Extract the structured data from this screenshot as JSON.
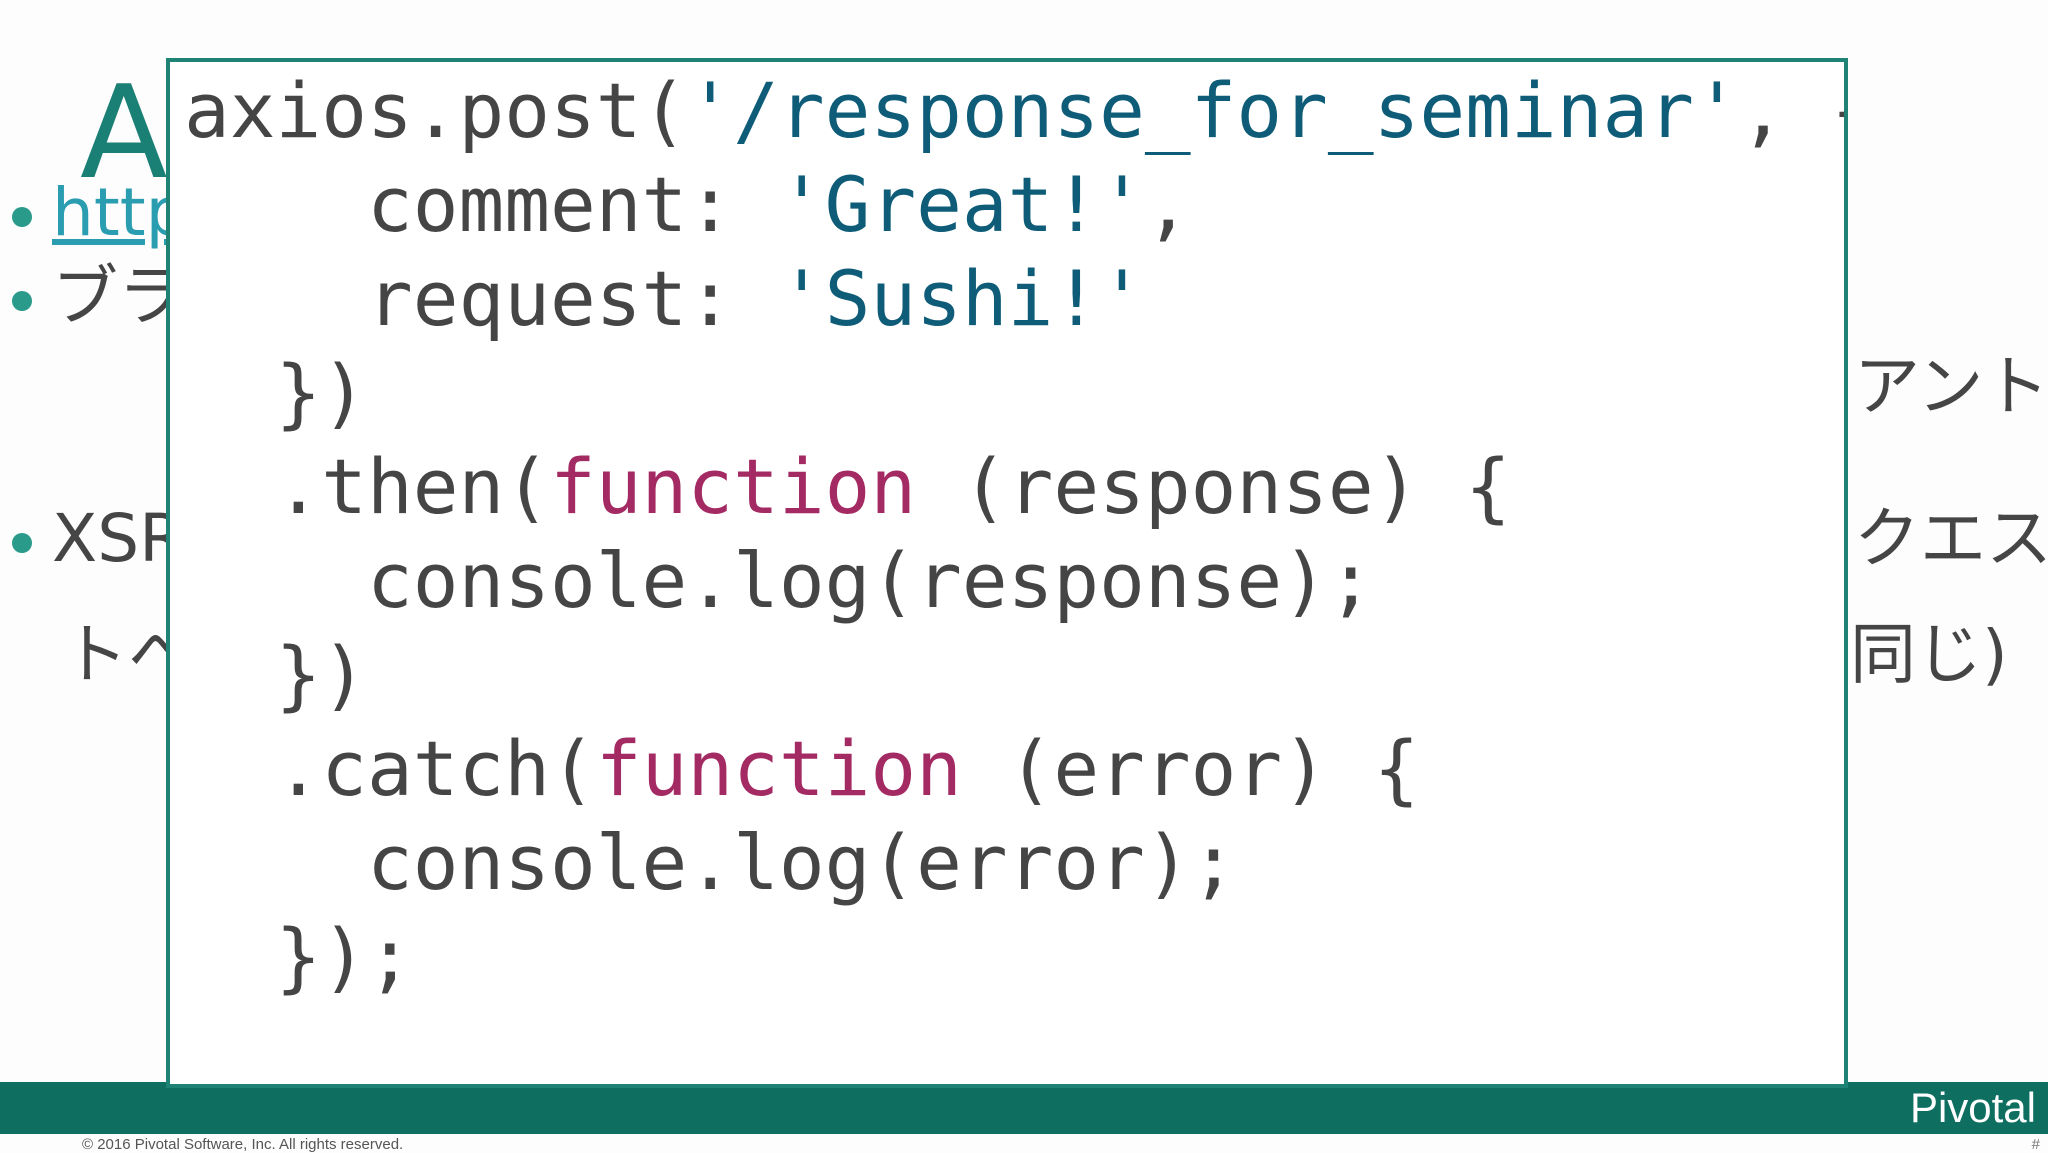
{
  "slide": {
    "title_visible_fragment": "A",
    "bullets": [
      {
        "left_fragment": "http",
        "is_link": true
      },
      {
        "left_fragment": "ブラ",
        "right_fragment": "アント"
      },
      {
        "left_fragment": "XSR",
        "right_fragment": "クエス"
      },
      {
        "left_fragment": "トへ",
        "right_fragment": "同じ)"
      }
    ]
  },
  "code": {
    "lines": [
      {
        "parts": [
          {
            "t": "axios.post(",
            "c": "plain"
          },
          {
            "t": "'/response_for_seminar'",
            "c": "str"
          },
          {
            "t": ", {",
            "c": "plain"
          }
        ]
      },
      {
        "parts": [
          {
            "t": "    comment: ",
            "c": "plain"
          },
          {
            "t": "'Great!'",
            "c": "str"
          },
          {
            "t": ",",
            "c": "plain"
          }
        ]
      },
      {
        "parts": [
          {
            "t": "    request: ",
            "c": "plain"
          },
          {
            "t": "'Sushi!'",
            "c": "str"
          }
        ]
      },
      {
        "parts": [
          {
            "t": "  })",
            "c": "plain"
          }
        ]
      },
      {
        "parts": [
          {
            "t": "  .then(",
            "c": "plain"
          },
          {
            "t": "function",
            "c": "kw"
          },
          {
            "t": " (response) {",
            "c": "plain"
          }
        ]
      },
      {
        "parts": [
          {
            "t": "    console.log(response);",
            "c": "plain"
          }
        ]
      },
      {
        "parts": [
          {
            "t": "  })",
            "c": "plain"
          }
        ]
      },
      {
        "parts": [
          {
            "t": "  .catch(",
            "c": "plain"
          },
          {
            "t": "function",
            "c": "kw"
          },
          {
            "t": " (error) {",
            "c": "plain"
          }
        ]
      },
      {
        "parts": [
          {
            "t": "    console.log(error);",
            "c": "plain"
          }
        ]
      },
      {
        "parts": [
          {
            "t": "  });",
            "c": "plain"
          }
        ]
      }
    ]
  },
  "footer": {
    "logo": "Pivotal",
    "copyright": "© 2016 Pivotal Software, Inc.  All rights reserved.",
    "page_number": "#"
  },
  "colors": {
    "accent": "#1a7f74",
    "footer_bar": "#0e6e5f",
    "string": "#0e5c78",
    "keyword": "#a32a63",
    "code_text": "#454545",
    "link": "#2a9db0"
  }
}
